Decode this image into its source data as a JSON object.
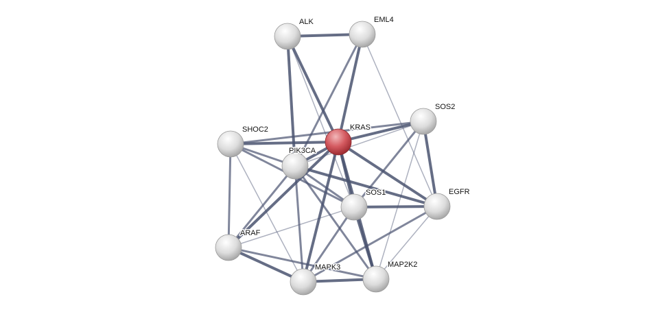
{
  "network": {
    "colors": {
      "edge": "#4a5370",
      "node": "#e0e0e0",
      "query_node": "#d9535b"
    },
    "nodes": [
      {
        "id": "ALK",
        "label": "ALK",
        "query": false
      },
      {
        "id": "EML4",
        "label": "EML4",
        "query": false
      },
      {
        "id": "SOS2",
        "label": "SOS2",
        "query": false
      },
      {
        "id": "KRAS",
        "label": "KRAS",
        "query": true
      },
      {
        "id": "SHOC2",
        "label": "SHOC2",
        "query": false
      },
      {
        "id": "PIK3CA",
        "label": "PIK3CA",
        "query": false
      },
      {
        "id": "SOS1",
        "label": "SOS1",
        "query": false
      },
      {
        "id": "EGFR",
        "label": "EGFR",
        "query": false
      },
      {
        "id": "ARAF",
        "label": "ARAF",
        "query": false
      },
      {
        "id": "MAPK3",
        "label": "MAPK3",
        "query": false
      },
      {
        "id": "MAP2K2",
        "label": "MAP2K2",
        "query": false
      }
    ],
    "edges": [
      [
        "ALK",
        "EML4",
        3
      ],
      [
        "ALK",
        "PIK3CA",
        3
      ],
      [
        "ALK",
        "KRAS",
        3
      ],
      [
        "ALK",
        "SOS1",
        1
      ],
      [
        "EML4",
        "KRAS",
        3
      ],
      [
        "EML4",
        "PIK3CA",
        2
      ],
      [
        "EML4",
        "EGFR",
        1
      ],
      [
        "KRAS",
        "SHOC2",
        3
      ],
      [
        "KRAS",
        "SOS2",
        3
      ],
      [
        "KRAS",
        "PIK3CA",
        3
      ],
      [
        "KRAS",
        "SOS1",
        3
      ],
      [
        "KRAS",
        "EGFR",
        3
      ],
      [
        "KRAS",
        "MAPK3",
        3
      ],
      [
        "KRAS",
        "MAP2K2",
        3
      ],
      [
        "KRAS",
        "ARAF",
        3
      ],
      [
        "SHOC2",
        "SOS2",
        2
      ],
      [
        "SHOC2",
        "PIK3CA",
        2
      ],
      [
        "SHOC2",
        "SOS1",
        2
      ],
      [
        "SHOC2",
        "ARAF",
        2
      ],
      [
        "SHOC2",
        "MAPK3",
        1
      ],
      [
        "SOS2",
        "PIK3CA",
        1
      ],
      [
        "SOS2",
        "SOS1",
        2
      ],
      [
        "SOS2",
        "EGFR",
        3
      ],
      [
        "SOS2",
        "MAP2K2",
        1
      ],
      [
        "PIK3CA",
        "SOS1",
        2
      ],
      [
        "PIK3CA",
        "EGFR",
        3
      ],
      [
        "PIK3CA",
        "MAPK3",
        2
      ],
      [
        "PIK3CA",
        "MAP2K2",
        2
      ],
      [
        "PIK3CA",
        "ARAF",
        2
      ],
      [
        "SOS1",
        "EGFR",
        3
      ],
      [
        "SOS1",
        "MAPK3",
        2
      ],
      [
        "SOS1",
        "MAP2K2",
        3
      ],
      [
        "SOS1",
        "ARAF",
        1
      ],
      [
        "EGFR",
        "MAPK3",
        2
      ],
      [
        "EGFR",
        "MAP2K2",
        1
      ],
      [
        "ARAF",
        "MAPK3",
        3
      ],
      [
        "ARAF",
        "MAP2K2",
        2
      ],
      [
        "MAPK3",
        "MAP2K2",
        3
      ]
    ]
  }
}
